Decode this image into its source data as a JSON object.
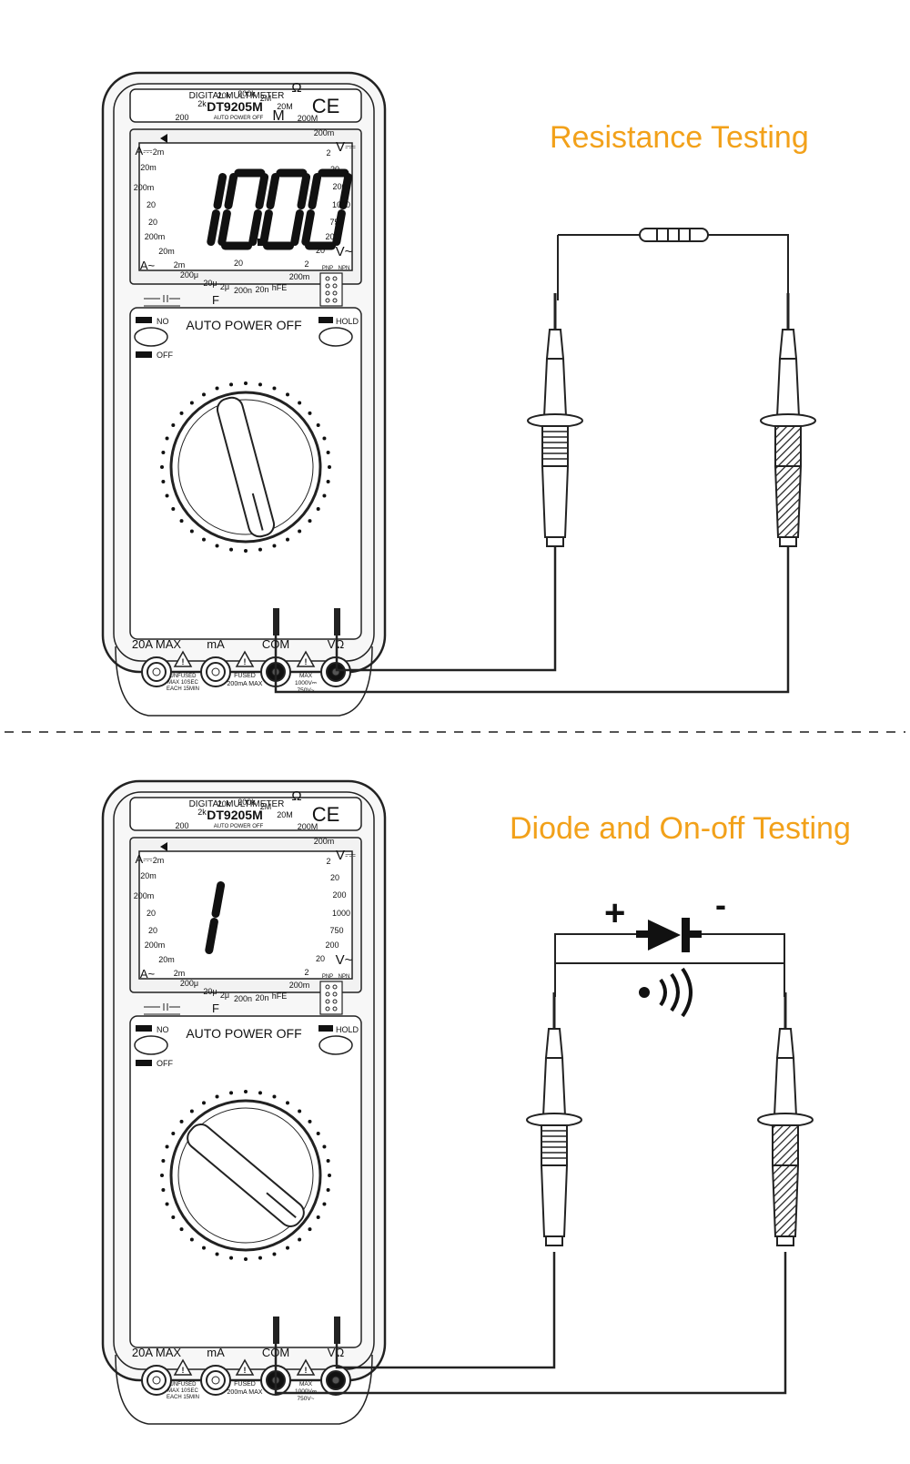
{
  "colors": {
    "accent_title": "#f2a11a",
    "line": "#222222",
    "panel": "#f7f7f7"
  },
  "sections": [
    {
      "title": "Resistance Testing",
      "display": "10.00",
      "display_sub": "20",
      "model_suffix": "M"
    },
    {
      "title": "Diode and On-off Testing",
      "display": "1",
      "display_sub": "",
      "model_suffix": ""
    }
  ],
  "meter": {
    "brand_line": "DIGITAL MULTIMETER",
    "model": "DT9205M",
    "tagline": "AUTO POWER OFF",
    "ce": "CE",
    "no": "NO",
    "off": "OFF",
    "hold": "HOLD",
    "auto_power_off": "AUTO POWER OFF",
    "dial_labels": {
      "ohm_symbol": "Ω",
      "ohm_200": "200",
      "ohm_2k": "2k",
      "ohm_20k": "20k",
      "ohm_200k": "200k",
      "ohm_2M": "2M",
      "ohm_20M": "20M",
      "ohm_200M": "200M",
      "vdc_200m": "200m",
      "vdc_2": "2",
      "vdc_20": "20",
      "vdc_200": "200",
      "vdc_1000": "1000",
      "vac_750": "750",
      "vac_200": "200",
      "vac_20": "20",
      "vac_2": "2",
      "vac_200m": "200m",
      "hfe": "hFE",
      "cap_20n": "20n",
      "cap_200n": "200n",
      "cap_2u": "2μ",
      "cap_20u": "20μ",
      "cap_200u": "200μ",
      "aac_2m": "2m",
      "aac_20m": "20m",
      "aac_200m": "200m",
      "aac_20": "20",
      "adc_20": "20",
      "adc_200m": "200m",
      "adc_20m": "20m",
      "adc_2m": "2m",
      "v_dc_mark": "V⎓",
      "v_ac_mark": "V~",
      "a_dc_mark": "A⎓",
      "a_ac_mark": "A~",
      "f_mark": "F",
      "pnp": "PNP",
      "npn": "NPN"
    },
    "jacks": {
      "a20_label": "20A MAX",
      "ma_label": "mA",
      "com_label": "COM",
      "vohm_label": "VΩ",
      "unfused_note": [
        "UNFUSED",
        "MAX 10SEC",
        "EACH 15MIN"
      ],
      "fused_note": [
        "FUSED",
        "200mA MAX"
      ],
      "max_note": [
        "MAX",
        "1000V⎓",
        "750V~"
      ]
    }
  },
  "diode": {
    "plus": "+",
    "minus": "-"
  }
}
